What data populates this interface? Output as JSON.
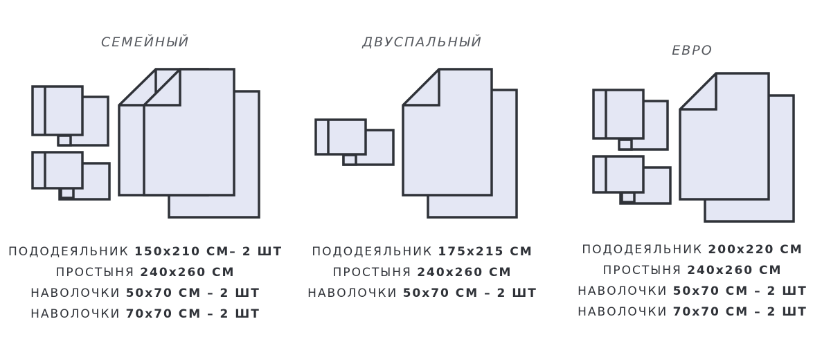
{
  "colors": {
    "fill": "#e4e7f4",
    "stroke": "#2f3238"
  },
  "sets": [
    {
      "title": "СЕМЕЙНЫЙ",
      "lines": [
        {
          "label": "ПОДОДЕЯЛЬНИК",
          "value": "150х210 СМ– 2 ШТ"
        },
        {
          "label": "ПРОСТЫНЯ",
          "value": "240х260 СМ"
        },
        {
          "label": "НАВОЛОЧКИ",
          "value": "50х70 СМ – 2 ШТ"
        },
        {
          "label": "НАВОЛОЧКИ",
          "value": "70х70 СМ – 2 ШТ"
        }
      ]
    },
    {
      "title": "ДВУСПАЛЬНЫЙ",
      "lines": [
        {
          "label": "ПОДОДЕЯЛЬНИК",
          "value": "175х215 СМ"
        },
        {
          "label": "ПРОСТЫНЯ",
          "value": "240х260 СМ"
        },
        {
          "label": "НАВОЛОЧКИ",
          "value": "50х70 СМ – 2 ШТ"
        }
      ]
    },
    {
      "title": "ЕВРО",
      "lines": [
        {
          "label": "ПОДОДЕЯЛЬНИК",
          "value": "200х220 СМ"
        },
        {
          "label": "ПРОСТЫНЯ",
          "value": "240х260 СМ"
        },
        {
          "label": "НАВОЛОЧКИ",
          "value": "50х70 СМ – 2 ШТ"
        },
        {
          "label": "НАВОЛОЧКИ",
          "value": "70х70 СМ – 2 ШТ"
        }
      ]
    }
  ]
}
